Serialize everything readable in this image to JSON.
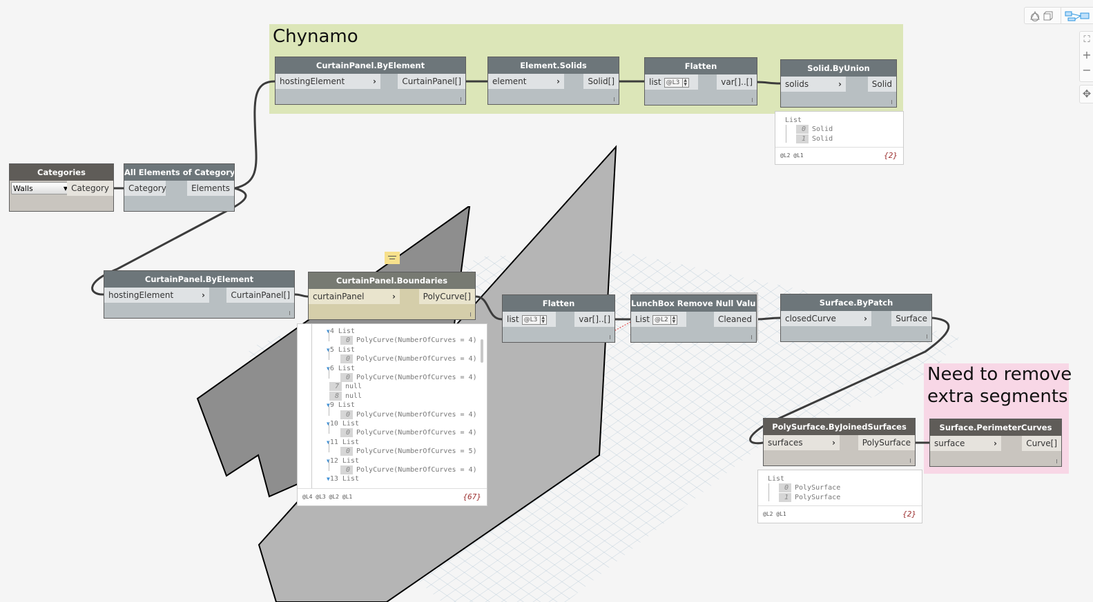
{
  "groups": [
    {
      "id": "chynamo",
      "title": "Chynamo",
      "color": "#dce6b8"
    },
    {
      "id": "remove-segments",
      "title_lines": [
        "Need to remove",
        "extra segments"
      ],
      "color": "#f8d7e6"
    }
  ],
  "nodes": {
    "categories": {
      "title": "Categories",
      "dropdown_value": "Walls",
      "output": "Category"
    },
    "all_elements": {
      "title": "All Elements of Category",
      "input": "Category",
      "output": "Elements"
    },
    "cp_byelement_top": {
      "title": "CurtainPanel.ByElement",
      "input": "hostingElement",
      "output": "CurtainPanel[]"
    },
    "element_solids": {
      "title": "Element.Solids",
      "input": "element",
      "output": "Solid[]"
    },
    "flatten_top": {
      "title": "Flatten",
      "input": "list",
      "lacing": "@L3",
      "output": "var[]..[]"
    },
    "solid_byunion": {
      "title": "Solid.ByUnion",
      "input": "solids",
      "output": "Solid"
    },
    "cp_byelement_bottom": {
      "title": "CurtainPanel.ByElement",
      "input": "hostingElement",
      "output": "CurtainPanel[]"
    },
    "cp_boundaries": {
      "title": "CurtainPanel.Boundaries",
      "input": "curtainPanel",
      "output": "PolyCurve[]"
    },
    "flatten_mid": {
      "title": "Flatten",
      "input": "list",
      "lacing": "@L3",
      "output": "var[]..[]"
    },
    "lunchbox": {
      "title": "LunchBox Remove Null Values",
      "input": "List",
      "lacing": "@L2",
      "output": "Cleaned"
    },
    "surface_bypatch": {
      "title": "Surface.ByPatch",
      "input": "closedCurve",
      "output": "Surface"
    },
    "polysurface_joined": {
      "title": "PolySurface.ByJoinedSurfaces",
      "input": "surfaces",
      "output": "PolySurface"
    },
    "surface_perimeter": {
      "title": "Surface.PerimeterCurves",
      "input": "surface",
      "output": "Curve[]"
    }
  },
  "previews": {
    "solid_byunion": {
      "root": "List",
      "items": [
        {
          "index": "0",
          "value": "Solid"
        },
        {
          "index": "1",
          "value": "Solid"
        }
      ],
      "levels": "@L2 @L1",
      "count": "{2}"
    },
    "cp_boundaries": {
      "lines": [
        {
          "kind": "list",
          "label": "4 List"
        },
        {
          "kind": "item",
          "index": "0",
          "value": "PolyCurve(NumberOfCurves = 4)"
        },
        {
          "kind": "list",
          "label": "5 List"
        },
        {
          "kind": "item",
          "index": "0",
          "value": "PolyCurve(NumberOfCurves = 4)"
        },
        {
          "kind": "list",
          "label": "6 List"
        },
        {
          "kind": "item",
          "index": "0",
          "value": "PolyCurve(NumberOfCurves = 4)"
        },
        {
          "kind": "null",
          "index": "7",
          "value": "null"
        },
        {
          "kind": "null",
          "index": "8",
          "value": "null"
        },
        {
          "kind": "list",
          "label": "9 List"
        },
        {
          "kind": "item",
          "index": "0",
          "value": "PolyCurve(NumberOfCurves = 4)"
        },
        {
          "kind": "list",
          "label": "10 List"
        },
        {
          "kind": "item",
          "index": "0",
          "value": "PolyCurve(NumberOfCurves = 4)"
        },
        {
          "kind": "list",
          "label": "11 List"
        },
        {
          "kind": "item",
          "index": "0",
          "value": "PolyCurve(NumberOfCurves = 5)"
        },
        {
          "kind": "list",
          "label": "12 List"
        },
        {
          "kind": "item",
          "index": "0",
          "value": "PolyCurve(NumberOfCurves = 4)"
        },
        {
          "kind": "list",
          "label": "13 List"
        }
      ],
      "levels": "@L4 @L3 @L2 @L1",
      "count": "{67}"
    },
    "polysurface_joined": {
      "root": "List",
      "items": [
        {
          "index": "0",
          "value": "PolySurface"
        },
        {
          "index": "1",
          "value": "PolySurface"
        }
      ],
      "levels": "@L2 @L1",
      "count": "{2}"
    }
  },
  "toolbar": {
    "view_toggle": [
      {
        "name": "geometry-view",
        "icon": "shapes-icon",
        "active": false
      },
      {
        "name": "graph-view",
        "icon": "graph-nodes-icon",
        "active": true
      }
    ],
    "zoom_controls": [
      {
        "name": "zoom-fit",
        "icon": "fit-extents-icon",
        "glyph": "⛶"
      },
      {
        "name": "zoom-in",
        "icon": "plus-icon",
        "glyph": "+"
      },
      {
        "name": "zoom-out",
        "icon": "minus-icon",
        "glyph": "−"
      }
    ],
    "pan": {
      "name": "pan",
      "icon": "pan-arrows-icon",
      "glyph": "✥"
    }
  },
  "colors": {
    "accent_blue": "#2c96e0",
    "node_header": "#6d767a",
    "node_body": "#b8bfc2",
    "wire": "#3c3c3c"
  }
}
